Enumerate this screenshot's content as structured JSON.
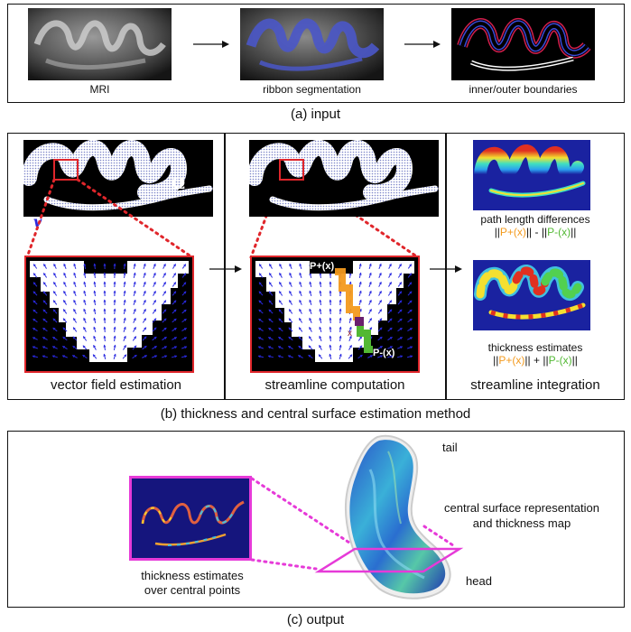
{
  "panel_a": {
    "caption": "(a) input",
    "labels": [
      "MRI",
      "ribbon segmentation",
      "inner/outer boundaries"
    ]
  },
  "panel_b": {
    "caption": "(b) thickness and central surface estimation method",
    "omega": "Ω",
    "v": "v",
    "p_plus": "P+(x)",
    "p_minus": "P-(x)",
    "x_mark": "x",
    "section_labels": [
      "vector field estimation",
      "streamline computation",
      "streamline integration"
    ],
    "path_diff_title": "path length differences",
    "path_diff_formula": {
      "a": "||",
      "b": "P+(x)",
      "c": "|| - ||",
      "d": "P-(x)",
      "e": "||"
    },
    "thickness_title": "thickness estimates",
    "thickness_formula": {
      "a": "||",
      "b": "P+(x)",
      "c": "|| + ||",
      "d": "P-(x)",
      "e": "||"
    }
  },
  "panel_c": {
    "caption": "(c) output",
    "tail": "tail",
    "head": "head",
    "surface_label_1": "central surface representation",
    "surface_label_2": "and thickness map",
    "points_label_1": "thickness estimates",
    "points_label_2": "over central points"
  },
  "colors": {
    "red": "#e0262b",
    "magenta": "#e63ad8",
    "blue_vector": "#2a2ae0",
    "orange": "#f39a1d",
    "green": "#52b833",
    "navy": "#15157d"
  }
}
